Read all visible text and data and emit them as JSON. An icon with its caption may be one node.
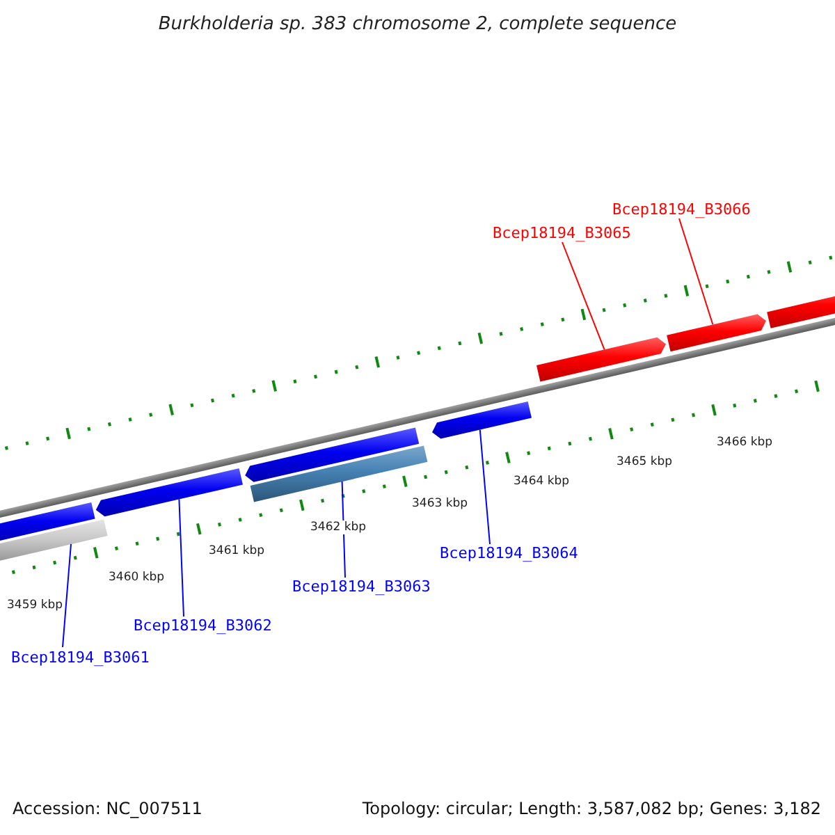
{
  "diagram": {
    "title": "Burkholderia sp. 383 chromosome 2, complete sequence",
    "nodes": [
      {
        "text": [
          "Bcep18194_B3061"
        ]
      },
      {
        "text": [
          "Bcep18194_B3062"
        ]
      },
      {
        "text": [
          "Bcep18194_B3063"
        ]
      },
      {
        "text": [
          "Bcep18194_B3064"
        ]
      },
      {
        "text": [
          "Bcep18194_B3065"
        ]
      },
      {
        "text": [
          "Bcep18194_B3066"
        ]
      },
      {
        "text": [],
        "shape": "bar"
      },
      {
        "text": [],
        "shape": "bar"
      },
      {
        "text": [],
        "shape": "bar"
      },
      {
        "text": [],
        "shape": "bar"
      },
      {
        "text": [],
        "shape": "bar"
      },
      {
        "text": [],
        "shape": "bar"
      },
      {
        "text": [],
        "shape": "bar"
      },
      {
        "text": [],
        "shape": "bar"
      },
      {
        "text": [],
        "shape": "bar"
      }
    ],
    "edges": [
      {
        "from": 0,
        "to": 7,
        "arrow": "none"
      },
      {
        "from": 1,
        "to": 8,
        "arrow": "none"
      },
      {
        "from": 2,
        "to": 10,
        "arrow": "none"
      },
      {
        "from": 3,
        "to": 11,
        "arrow": "none"
      },
      {
        "from": 4,
        "to": 12,
        "arrow": "none",
        "color": "#ff0000"
      },
      {
        "from": 5,
        "to": 13,
        "arrow": "none",
        "color": "#ff0000"
      }
    ],
    "labels": [
      "3466 kbp",
      "3465 kbp",
      "3464 kbp",
      "3463 kbp",
      "3462 kbp",
      "3461 kbp",
      "3460 kbp",
      "3459 kbp",
      "Accession: NC_007511",
      "Topology: circular; Length: 3,587,082 bp; Genes: 3,182"
    ]
  }
}
